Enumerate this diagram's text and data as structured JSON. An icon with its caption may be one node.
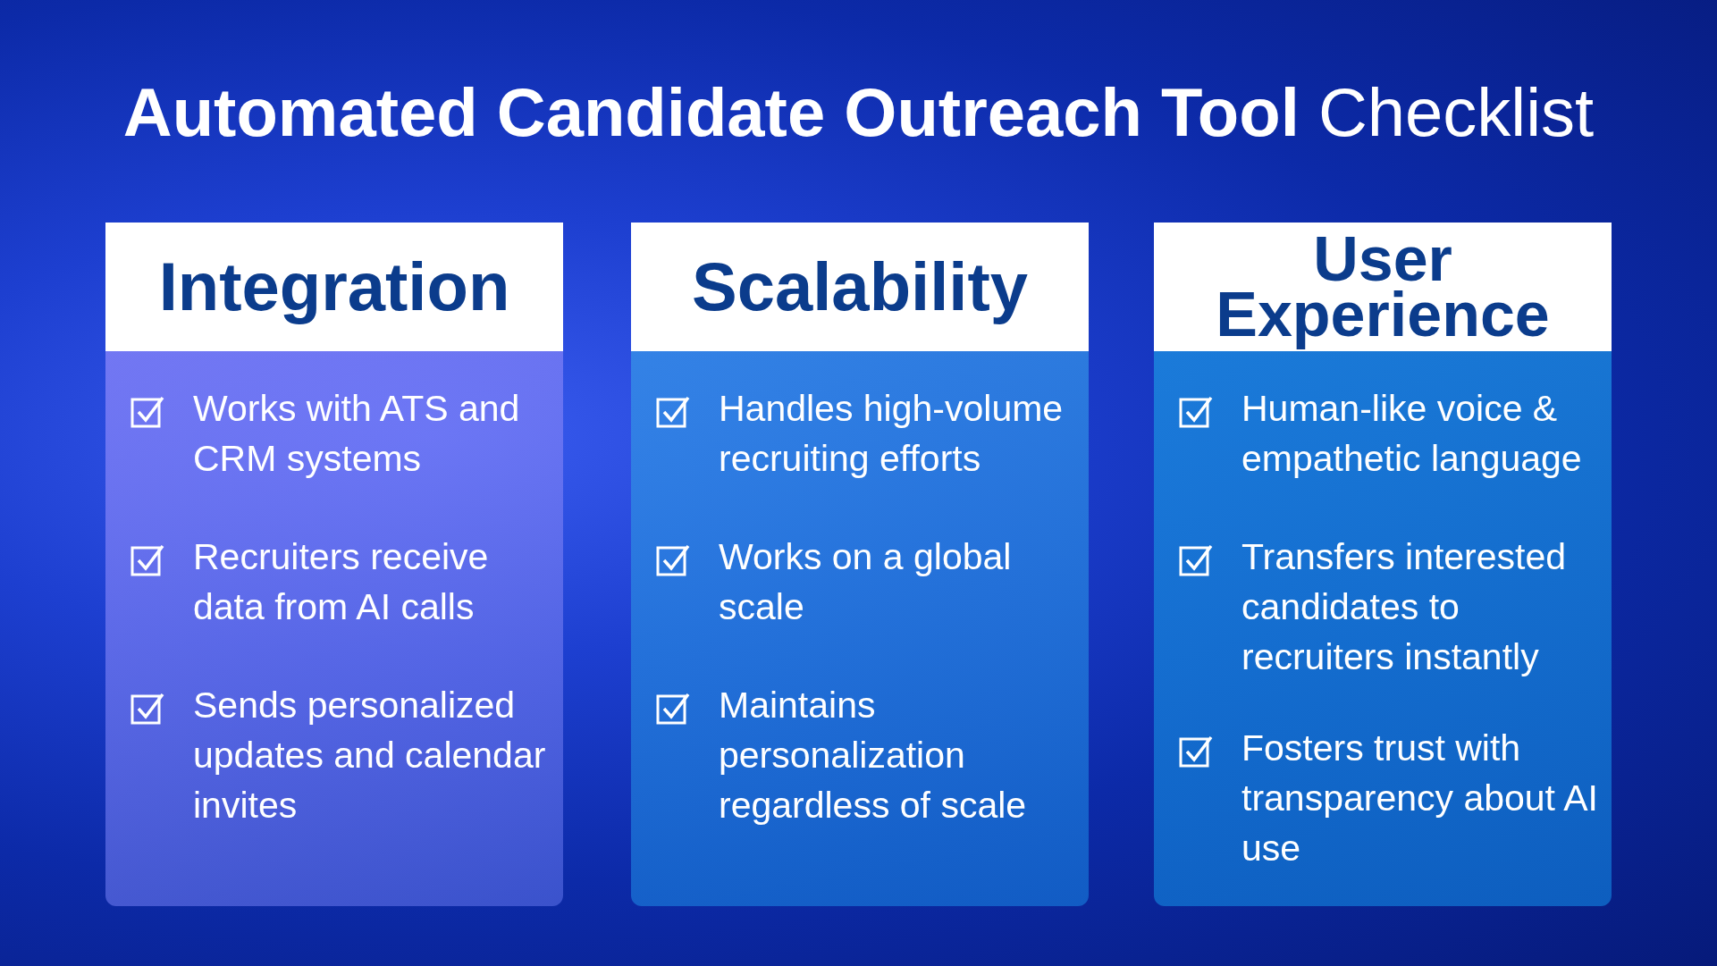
{
  "diagram": {
    "title": "**Automated Candidate Outreach Tool** Checklist",
    "nodes": [
      {
        "text": [
          "Integration",
          "Works with ATS and CRM systems",
          "Recruiters receive data from AI calls",
          "Sends personalized updates and calendar invites"
        ]
      },
      {
        "text": [
          "Scalability",
          "Handles high-volume recruiting efforts",
          "Works on a global scale",
          "Maintains personalization regardless of scale"
        ]
      },
      {
        "text": [
          "User Experience",
          "Human-like voice & empathetic language",
          "Transfers interested candidates to recruiters instantly",
          "Fosters trust with transparency about AI use"
        ]
      }
    ]
  }
}
